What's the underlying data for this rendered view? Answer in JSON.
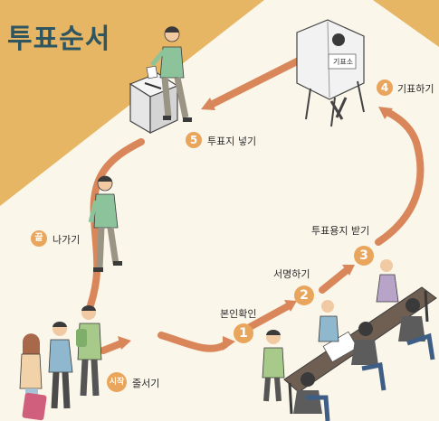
{
  "title": "투표순서",
  "steps": {
    "start": {
      "badge": "시작",
      "label": "줄서기"
    },
    "s1": {
      "badge": "1",
      "label": "본인확인"
    },
    "s2": {
      "badge": "2",
      "label": "서명하기"
    },
    "s3": {
      "badge": "3",
      "label": "투표용지 받기"
    },
    "s4": {
      "badge": "4",
      "label": "기표하기"
    },
    "s5": {
      "badge": "5",
      "label": "투표지 넣기"
    },
    "end": {
      "badge": "끝",
      "label": "나가기"
    }
  },
  "booth_sign": "기표소",
  "colors": {
    "background": "#fbf6ea",
    "band": "#e6b665",
    "path": "#d9875a",
    "badge": "#e9a55c",
    "title": "#2e5560"
  }
}
